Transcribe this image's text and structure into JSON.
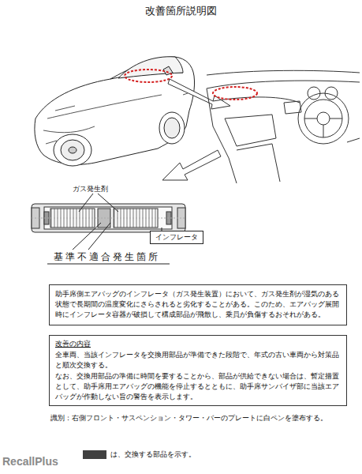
{
  "diagram": {
    "title": "改善箇所説明図",
    "nodes": [
      {
        "text": [
          "インフレータ"
        ]
      },
      {
        "text": [
          "助手席側エアバッグのインフレータ（ガス発生装置）において、ガス発生剤が湿気のある状態で長期間の温度変化にさらされると劣化することがある。このため、エアバッグ展開時にインフレータ容器が破損して構成部品が飛散し、乗員が負傷するおそれがある。"
        ]
      },
      {
        "text": [
          "改善の内容",
          "全車両、当該インフレータを交換用部品が準備できた段階で、年式の古い車両から対策品と順次交換する。",
          "なお、交換用部品の準備に時間を要することから、部品が供給できない場合は、暫定措置として、助手席用エアバッグの機能を停止するとともに、助手席サンバイザ部に当該エアバッグが作動しない旨の警告を表示します。"
        ]
      }
    ],
    "labels": [
      "ガス発生剤",
      "基準不適合発生箇所",
      "識別：右側フロント・サスペンション・タワー・バーのプレートに白ペンを塗布する。",
      "RecallPlus"
    ],
    "legend": [
      {
        "text": "は、交換する部品を示す。",
        "color": "#404040"
      }
    ]
  }
}
